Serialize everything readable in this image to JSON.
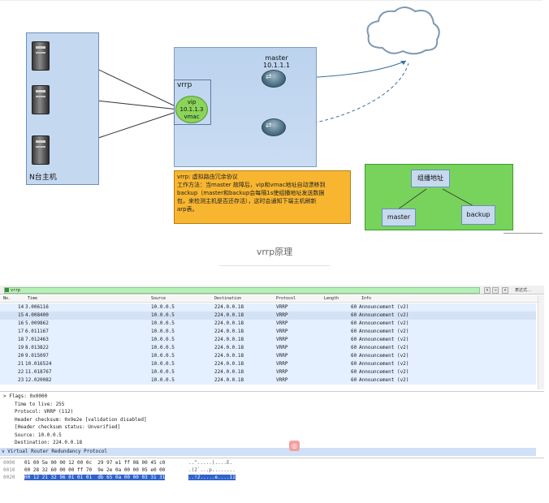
{
  "diagram": {
    "hosts_label": "N台主机",
    "vrrp_label": "vrrp",
    "vip_lines": [
      "vip",
      "10.1.1.3",
      "vmac"
    ],
    "master_lines": [
      "master",
      "10.1.1.1"
    ],
    "info_lines": [
      "vrrp: 虚拟路由冗余协议",
      "工作方法：当master 故障后，vip和vmac地址自动漂移到",
      "backup（master和backup会每隔1s使组播地址发送数据",
      "包，来检测主机是否还存活），这时会通知下端主机刷新",
      "arp表。"
    ],
    "multicast_label": "组播地址",
    "master_btn": "master",
    "backup_btn": "backup",
    "caption": "vrrp原理",
    "colors": {
      "hosts_bg": "#c4d8ef",
      "info_bg": "#f8b630",
      "green_bg": "#78d35c",
      "vip_bg": "#8bd35a"
    }
  },
  "wireshark": {
    "filter_value": "vrrp",
    "expression_label": "表达式…",
    "columns": [
      "No.",
      "Time",
      "Source",
      "Destination",
      "Protocol",
      "Length",
      "Info"
    ],
    "packets": [
      {
        "no": "14",
        "time": "3.006116",
        "src": "10.0.0.5",
        "dst": "224.0.0.18",
        "proto": "VRRP",
        "len": "60",
        "info": "Announcement (v2)"
      },
      {
        "no": "15",
        "time": "4.008400",
        "src": "10.0.0.5",
        "dst": "224.0.0.18",
        "proto": "VRRP",
        "len": "60",
        "info": "Announcement (v2)"
      },
      {
        "no": "16",
        "time": "5.009862",
        "src": "10.0.0.5",
        "dst": "224.0.0.18",
        "proto": "VRRP",
        "len": "60",
        "info": "Announcement (v2)"
      },
      {
        "no": "17",
        "time": "6.011167",
        "src": "10.0.0.5",
        "dst": "224.0.0.18",
        "proto": "VRRP",
        "len": "60",
        "info": "Announcement (v2)"
      },
      {
        "no": "18",
        "time": "7.012463",
        "src": "10.0.0.5",
        "dst": "224.0.0.18",
        "proto": "VRRP",
        "len": "60",
        "info": "Announcement (v2)"
      },
      {
        "no": "19",
        "time": "8.013822",
        "src": "10.0.0.5",
        "dst": "224.0.0.18",
        "proto": "VRRP",
        "len": "60",
        "info": "Announcement (v2)"
      },
      {
        "no": "20",
        "time": "9.015097",
        "src": "10.0.0.5",
        "dst": "224.0.0.18",
        "proto": "VRRP",
        "len": "60",
        "info": "Announcement (v2)"
      },
      {
        "no": "21",
        "time": "10.016524",
        "src": "10.0.0.5",
        "dst": "224.0.0.18",
        "proto": "VRRP",
        "len": "60",
        "info": "Announcement (v2)"
      },
      {
        "no": "22",
        "time": "11.018767",
        "src": "10.0.0.5",
        "dst": "224.0.0.18",
        "proto": "VRRP",
        "len": "60",
        "info": "Announcement (v2)"
      },
      {
        "no": "23",
        "time": "12.020082",
        "src": "10.0.0.5",
        "dst": "224.0.0.18",
        "proto": "VRRP",
        "len": "60",
        "info": "Announcement (v2)"
      }
    ],
    "details": [
      "> Flags: 0x0000",
      "Time to live: 255",
      "Protocol: VRRP (112)",
      "Header checksum: 0x9e2e [validation disabled]",
      "[Header checksum status: Unverified]",
      "Source: 10.0.0.5",
      "Destination: 224.0.0.18"
    ],
    "selected_detail": "v Virtual Router Redundancy Protocol",
    "hex": [
      {
        "off": "0000",
        "bytes": "01 00 5e 00 00 12 00 0c  29 97 e1 ff 08 00 45 c0",
        "ascii": "..^.....)....E."
      },
      {
        "off": "0010",
        "bytes": "00 28 32 60 00 00 ff 70  9e 2e 0a 00 00 05 e0 00",
        "ascii": ".(2`...p........"
      },
      {
        "off": "0020",
        "bytes": "00 12 21 32 96 01 01 01  db 65 0a 00 00 03 31 31",
        "ascii": "..!2.....e....11"
      }
    ]
  }
}
